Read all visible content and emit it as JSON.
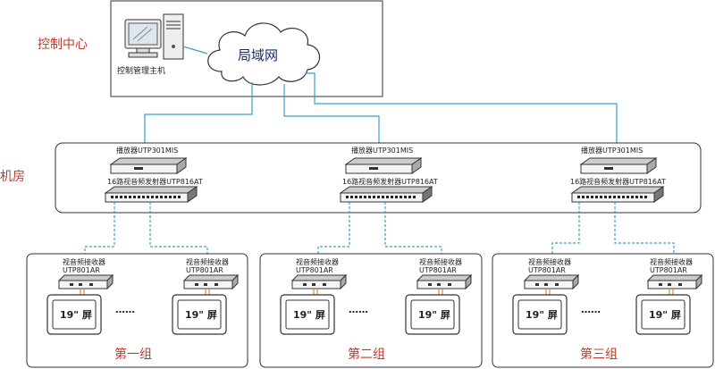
{
  "control_center": {
    "label": "控制中心",
    "pc_label": "控制管理主机",
    "cloud_label": "局域网"
  },
  "machine_room": {
    "label": "机房",
    "units": [
      {
        "player_label": "播放器UTP301MIS",
        "transmitter_label": "16路视音频发射器UTP816AT"
      },
      {
        "player_label": "播放器UTP301MIS",
        "transmitter_label": "16路视音频发射器UTP816AT"
      },
      {
        "player_label": "播放器UTP301MIS",
        "transmitter_label": "16路视音频发射器UTP816AT"
      }
    ]
  },
  "groups": [
    {
      "title": "第一组",
      "receivers": [
        {
          "line1": "视音频接收器",
          "line2": "UTP801AR"
        },
        {
          "line1": "视音频接收器",
          "line2": "UTP801AR"
        }
      ],
      "screens": [
        "19\" 屏",
        "19\" 屏"
      ],
      "ellipsis": "……"
    },
    {
      "title": "第二组",
      "receivers": [
        {
          "line1": "视音频接收器",
          "line2": "UTP801AR"
        },
        {
          "line1": "视音频接收器",
          "line2": "UTP801AR"
        }
      ],
      "screens": [
        "19\" 屏",
        "19\" 屏"
      ],
      "ellipsis": "……"
    },
    {
      "title": "第三组",
      "receivers": [
        {
          "line1": "视音频接收器",
          "line2": "UTP801AR"
        },
        {
          "line1": "视音频接收器",
          "line2": "UTP801AR"
        }
      ],
      "screens": [
        "19\" 屏",
        "19\" 屏"
      ],
      "ellipsis": "……"
    }
  ],
  "colors": {
    "network_line": "#3aa0c8",
    "label_red": "#c0392b",
    "cable_orange": "#d98a3a"
  }
}
